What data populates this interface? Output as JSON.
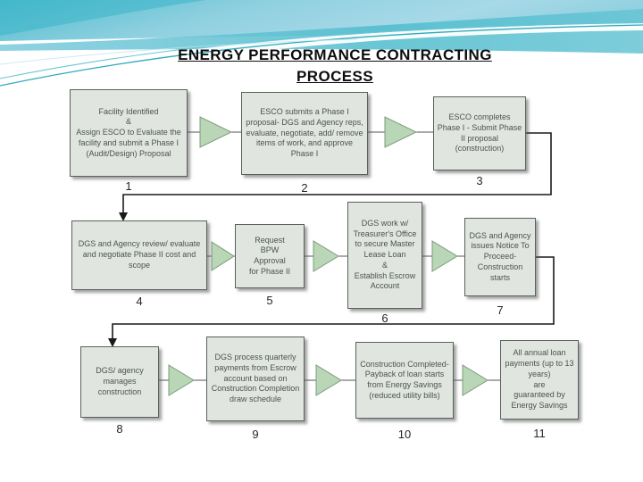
{
  "slide": {
    "title_line1": "ENERGY PERFORMANCE CONTRACTING",
    "title_line2": "PROCESS"
  },
  "colors": {
    "box_fill": "#e0e5e0",
    "box_border": "#58625a",
    "arrow_fill": "#b9d6b6",
    "arrow_border": "#7d9b7d",
    "connector_line": "#1a1a1a",
    "banner_teal_dark": "#3db5c8",
    "banner_teal_light": "#a7d9e7",
    "title_color": "#0d0d0d",
    "box_text_color": "#4c524e"
  },
  "flowchart": {
    "steps": [
      {
        "number": "1",
        "text": "Facility Identified\n&\nAssign ESCO to Evaluate the facility and submit a Phase I (Audit/Design) Proposal"
      },
      {
        "number": "2",
        "text": "ESCO submits a Phase I proposal- DGS and Agency reps, evaluate, negotiate, add/ remove items of work, and approve Phase I"
      },
      {
        "number": "3",
        "text": "ESCO completes Phase I - Submit Phase II proposal (construction)"
      },
      {
        "number": "4",
        "text": "DGS and Agency review/ evaluate and negotiate Phase II cost and scope"
      },
      {
        "number": "5",
        "text": "Request\nBPW\nApproval\nfor Phase II"
      },
      {
        "number": "6",
        "text": "DGS work w/ Treasurer's Office to secure Master Lease Loan\n&\nEstablish Escrow Account"
      },
      {
        "number": "7",
        "text": "DGS and Agency issues Notice To Proceed- Construction starts"
      },
      {
        "number": "8",
        "text": "DGS/ agency manages construction"
      },
      {
        "number": "9",
        "text": "DGS process quarterly payments from Escrow account based on Construction Completion draw schedule"
      },
      {
        "number": "10",
        "text": "Construction Completed- Payback of loan starts from Energy Savings (reduced utility bills)"
      },
      {
        "number": "11",
        "text": "All annual loan payments (up to 13 years)\nare\nguaranteed by Energy Savings"
      }
    ]
  }
}
